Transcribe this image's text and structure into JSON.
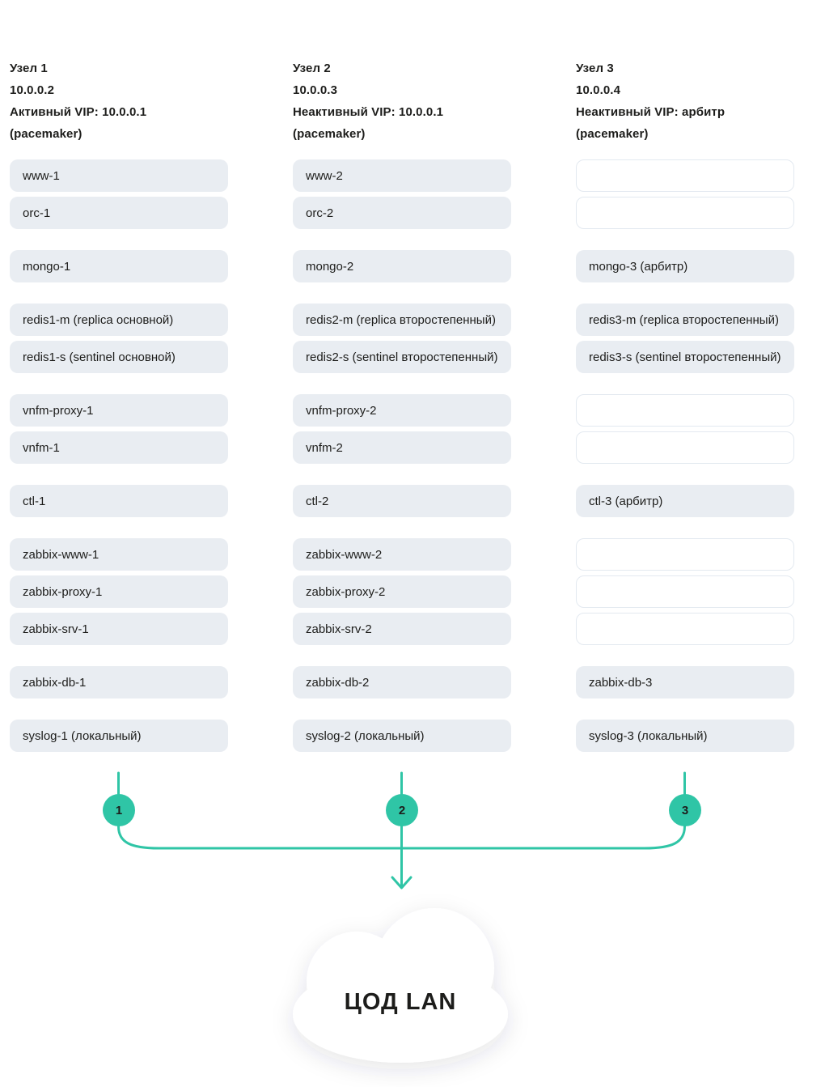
{
  "colors": {
    "accent_teal": "#2fc5a6",
    "box_fill": "#e9edf2",
    "empty_box_border": "#e3e9f0",
    "text_dark": "#1d1d1b",
    "cloud_fill": "#ffffff"
  },
  "nodes": [
    {
      "title": "Узел 1",
      "ip": "10.0.0.2",
      "vip": "Активный VIP: 10.0.0.1",
      "cluster_note": "(pacemaker)",
      "badge": "1",
      "groups": [
        [
          {
            "label": "www-1",
            "empty": false
          },
          {
            "label": "orc-1",
            "empty": false
          }
        ],
        [
          {
            "label": "mongo-1",
            "empty": false
          }
        ],
        [
          {
            "label": "redis1-m (replica основной)",
            "empty": false
          },
          {
            "label": "redis1-s (sentinel основной)",
            "empty": false
          }
        ],
        [
          {
            "label": "vnfm-proxy-1",
            "empty": false
          },
          {
            "label": "vnfm-1",
            "empty": false
          }
        ],
        [
          {
            "label": "ctl-1",
            "empty": false
          }
        ],
        [
          {
            "label": "zabbix-www-1",
            "empty": false
          },
          {
            "label": "zabbix-proxy-1",
            "empty": false
          },
          {
            "label": "zabbix-srv-1",
            "empty": false
          }
        ],
        [
          {
            "label": "zabbix-db-1",
            "empty": false
          }
        ],
        [
          {
            "label": "syslog-1 (локальный)",
            "empty": false
          }
        ]
      ]
    },
    {
      "title": "Узел 2",
      "ip": "10.0.0.3",
      "vip": "Неактивный VIP: 10.0.0.1",
      "cluster_note": "(pacemaker)",
      "badge": "2",
      "groups": [
        [
          {
            "label": "www-2",
            "empty": false
          },
          {
            "label": "orc-2",
            "empty": false
          }
        ],
        [
          {
            "label": "mongo-2",
            "empty": false
          }
        ],
        [
          {
            "label": "redis2-m (replica второстепенный)",
            "empty": false
          },
          {
            "label": "redis2-s (sentinel второстепенный)",
            "empty": false
          }
        ],
        [
          {
            "label": "vnfm-proxy-2",
            "empty": false
          },
          {
            "label": "vnfm-2",
            "empty": false
          }
        ],
        [
          {
            "label": "ctl-2",
            "empty": false
          }
        ],
        [
          {
            "label": "zabbix-www-2",
            "empty": false
          },
          {
            "label": "zabbix-proxy-2",
            "empty": false
          },
          {
            "label": "zabbix-srv-2",
            "empty": false
          }
        ],
        [
          {
            "label": "zabbix-db-2",
            "empty": false
          }
        ],
        [
          {
            "label": "syslog-2 (локальный)",
            "empty": false
          }
        ]
      ]
    },
    {
      "title": "Узел 3",
      "ip": "10.0.0.4",
      "vip": "Неактивный VIP: арбитр",
      "cluster_note": "(pacemaker)",
      "badge": "3",
      "groups": [
        [
          {
            "label": "",
            "empty": true
          },
          {
            "label": "",
            "empty": true
          }
        ],
        [
          {
            "label": "mongo-3 (арбитр)",
            "empty": false
          }
        ],
        [
          {
            "label": "redis3-m (replica второстепенный)",
            "empty": false
          },
          {
            "label": "redis3-s (sentinel второстепенный)",
            "empty": false
          }
        ],
        [
          {
            "label": "",
            "empty": true
          },
          {
            "label": "",
            "empty": true
          }
        ],
        [
          {
            "label": "ctl-3 (арбитр)",
            "empty": false
          }
        ],
        [
          {
            "label": "",
            "empty": true
          },
          {
            "label": "",
            "empty": true
          },
          {
            "label": "",
            "empty": true
          }
        ],
        [
          {
            "label": "zabbix-db-3",
            "empty": false
          }
        ],
        [
          {
            "label": "syslog-3 (локальный)",
            "empty": false
          }
        ]
      ]
    }
  ],
  "cloud": {
    "label": "ЦОД LAN"
  }
}
